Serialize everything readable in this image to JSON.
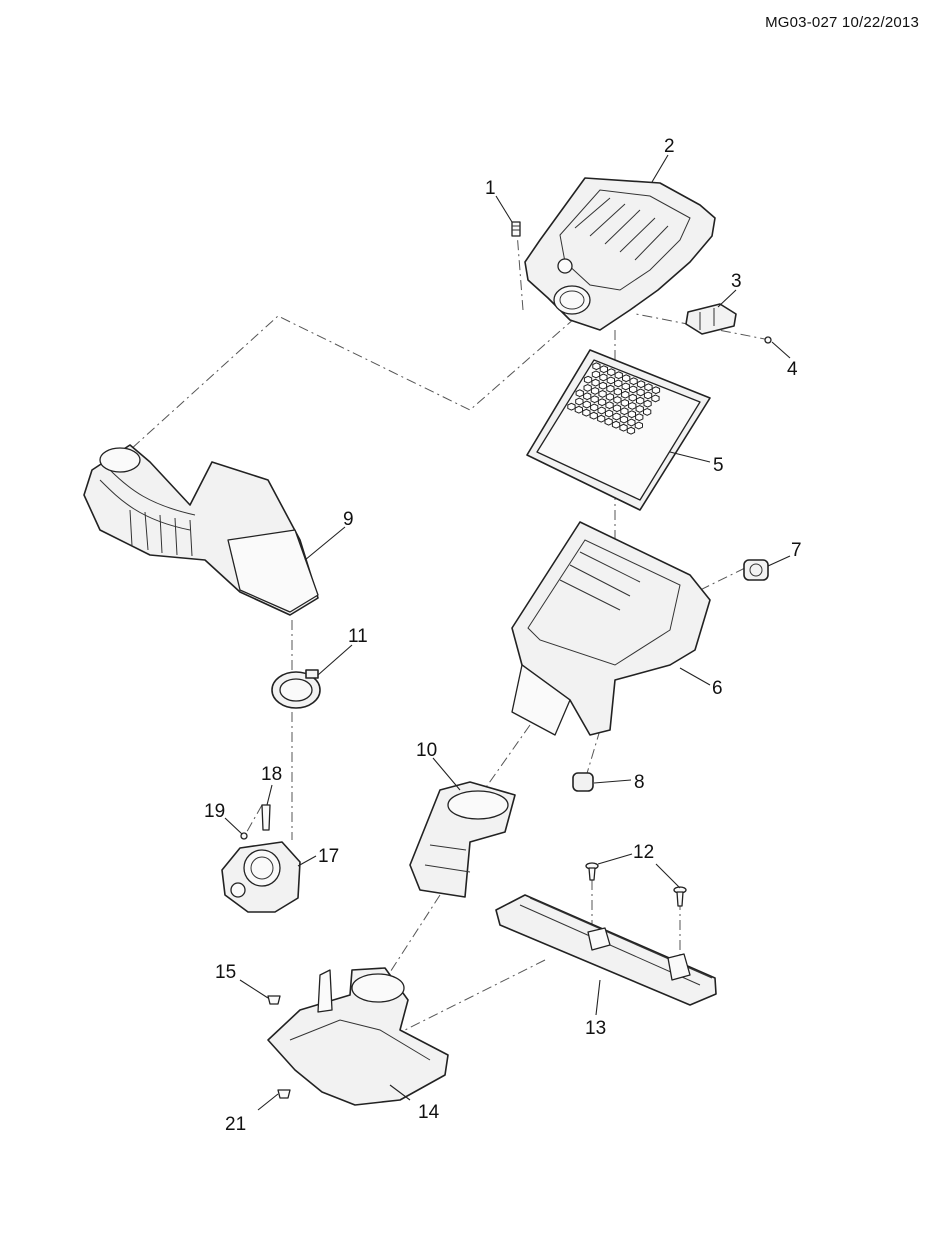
{
  "header": {
    "code": "MG03-027 10/22/2013"
  },
  "callouts": [
    "1",
    "2",
    "3",
    "4",
    "5",
    "6",
    "7",
    "8",
    "9",
    "10",
    "11",
    "12",
    "13",
    "14",
    "15",
    "17",
    "18",
    "19",
    "21"
  ],
  "icons": {
    "air_cleaner_cover": "air-cleaner-cover-icon",
    "air_filter": "air-filter-element-icon",
    "air_cleaner_housing": "air-cleaner-housing-icon",
    "intake_duct": "intake-duct-icon",
    "throttle_body": "throttle-body-icon"
  }
}
